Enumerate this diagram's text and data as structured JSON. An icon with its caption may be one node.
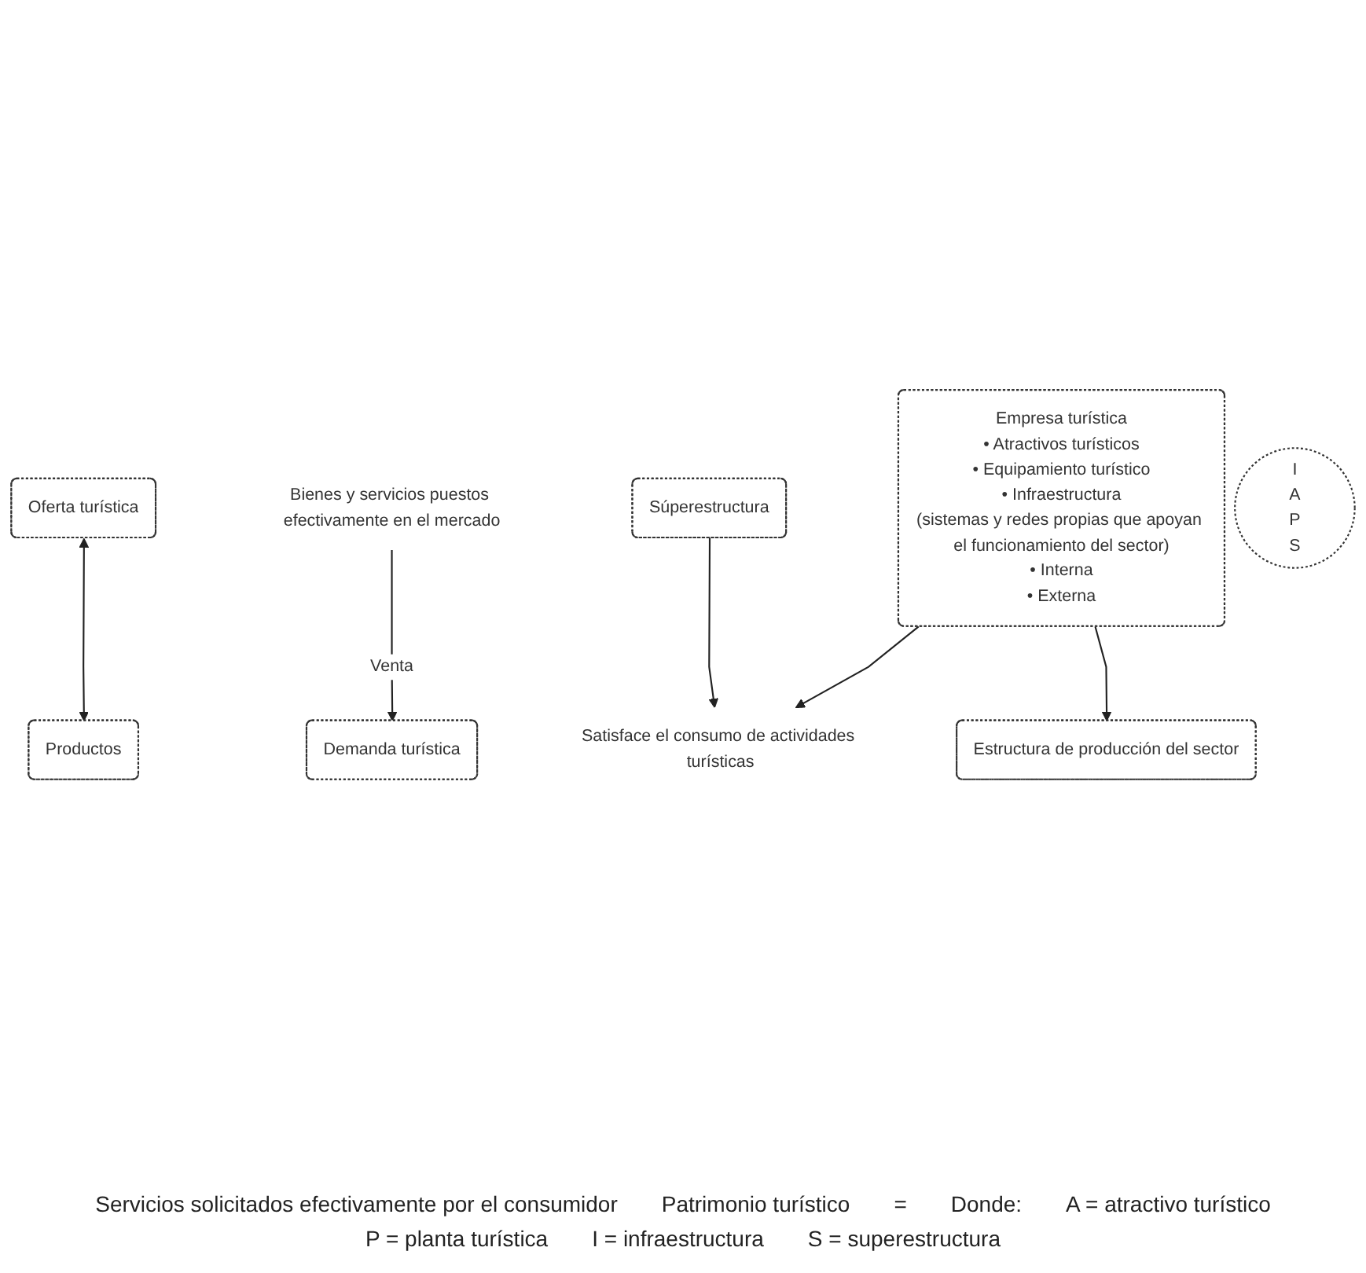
{
  "diagram": {
    "nodes": [
      {
        "text": [
          "Oferta turística"
        ]
      },
      {
        "text": [
          "Productos"
        ]
      },
      {
        "text": [
          "Bienes y servicios puestos efectivamente en el mercado"
        ]
      },
      {
        "text": [
          "Satisface el consumo de actividades turísticas"
        ]
      },
      {
        "text": [
          "Súperestructura"
        ]
      },
      {
        "text": [
          "Demanda turística"
        ]
      },
      {
        "text": [
          "Empresa turística",
          "• Atractivos turísticos",
          "• Equipamiento turístico",
          "• Infraestructura",
          "(sistemas y redes propias que apoyan el funcionamiento del sector)",
          "• Interna",
          "• Externa"
        ]
      },
      {
        "text": [
          "Estructura de producción del sector"
        ]
      },
      {
        "text": [
          "I",
          "A",
          "P",
          "S"
        ]
      }
    ],
    "edges": [
      {
        "from": 0,
        "to": 1,
        "arrow": "both"
      },
      {
        "from": 2,
        "to": 5,
        "arrow": "to",
        "label": "Venta"
      },
      {
        "from": 4,
        "to": 3,
        "arrow": "to"
      },
      {
        "from": 6,
        "to": 3,
        "arrow": "to"
      },
      {
        "from": 6,
        "to": 7,
        "arrow": "to"
      }
    ],
    "labels": [
      "Servicios solicitados efectivamente por el consumidor",
      "Patrimonio turístico",
      "=",
      "Donde:",
      "A = atractivo turístico",
      "P = planta turística",
      "I = infraestructura",
      "S = superestructura"
    ]
  }
}
